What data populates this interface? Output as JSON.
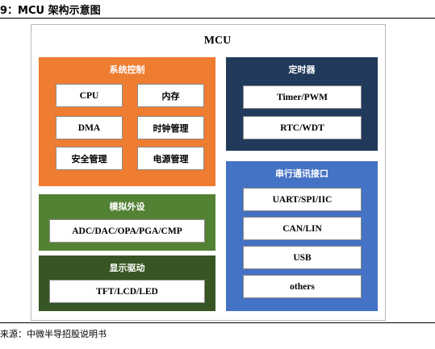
{
  "figure": {
    "title": "9：MCU 架构示意图"
  },
  "diagram": {
    "mcu_label": "MCU",
    "colors": {
      "orange": "#ee7d31",
      "navy": "#213a5c",
      "blue": "#4472c4",
      "green": "#548235",
      "darkgreen": "#375623"
    },
    "system_control": {
      "title": "系统控制",
      "items": [
        "CPU",
        "内存",
        "DMA",
        "时钟管理",
        "安全管理",
        "电源管理"
      ]
    },
    "timer": {
      "title": "定时器",
      "items": [
        "Timer/PWM",
        "RTC/WDT"
      ]
    },
    "analog": {
      "title": "模拟外设",
      "items": [
        "ADC/DAC/OPA/PGA/CMP"
      ]
    },
    "serial": {
      "title": "串行通讯接口",
      "items": [
        "UART/SPI/IIC",
        "CAN/LIN",
        "USB",
        "others"
      ]
    },
    "display": {
      "title": "显示驱动",
      "items": [
        "TFT/LCD/LED"
      ]
    }
  },
  "source": "来源：中微半导招股说明书"
}
